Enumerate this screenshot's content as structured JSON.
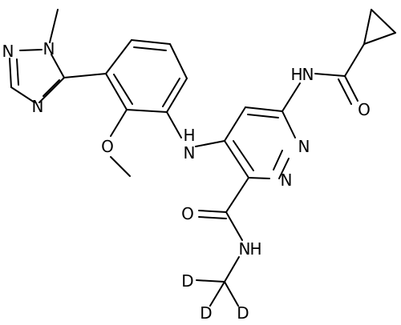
{
  "atoms": {
    "n_tz1": "N",
    "n_tz2": "N",
    "n_tz4": "N",
    "n_pyr1": "N",
    "n_pyr2": "N",
    "nh_aniline": "N",
    "h_aniline": "H",
    "o_methoxy": "O",
    "nh_amide1": "N",
    "h_amide1": "H",
    "o_amide1": "O",
    "nh_amide2": "N",
    "h_amide2": "H",
    "o_amide2": "O",
    "d1": "D",
    "d2": "D",
    "d3": "D"
  }
}
